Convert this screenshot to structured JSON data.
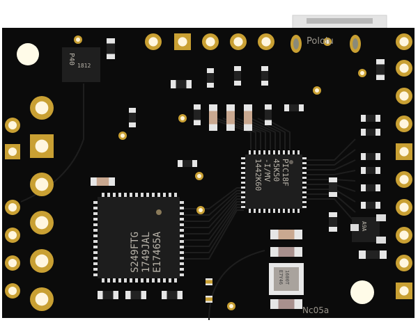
{
  "board": {
    "silkscreen_logo": "Pololu",
    "revision": "Nc05a",
    "colors": {
      "pcb": "#0b0b0b",
      "gold": "#c9a033",
      "copper_trace": "#1c1c1c",
      "background": "#ffffff"
    }
  },
  "components": {
    "microcontroller": {
      "line1": "PIC18F",
      "line2": "45K50",
      "line3": "-I/MV",
      "line4": "1442K60"
    },
    "driver_chip": {
      "line1": "S249FTG",
      "line2": "1749JAL",
      "line3": "E17465A"
    },
    "regulator": {
      "line1": "P40",
      "line2": "1812"
    },
    "transistor": {
      "label": "A9A"
    },
    "crystal": {
      "line1": "1600T",
      "line2": "E7Y46"
    }
  }
}
